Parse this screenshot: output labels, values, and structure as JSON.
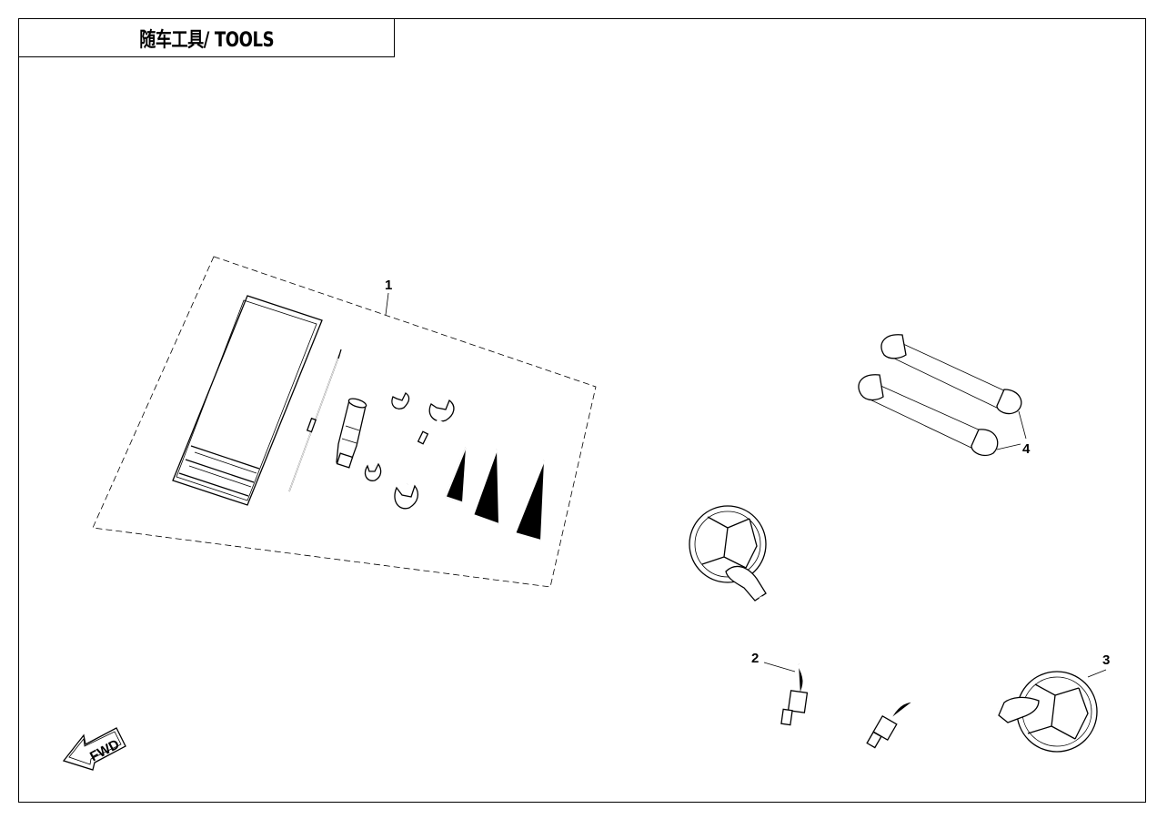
{
  "title": "随车工具/ TOOLS",
  "callouts": [
    {
      "label": "1",
      "part": "tool-kit"
    },
    {
      "label": "2",
      "part": "left-rear-view-mirror"
    },
    {
      "label": "3",
      "part": "right-rear-view-mirror"
    },
    {
      "label": "4",
      "part": "rubber-straps"
    }
  ],
  "direction_arrow": {
    "label": "FWD"
  }
}
